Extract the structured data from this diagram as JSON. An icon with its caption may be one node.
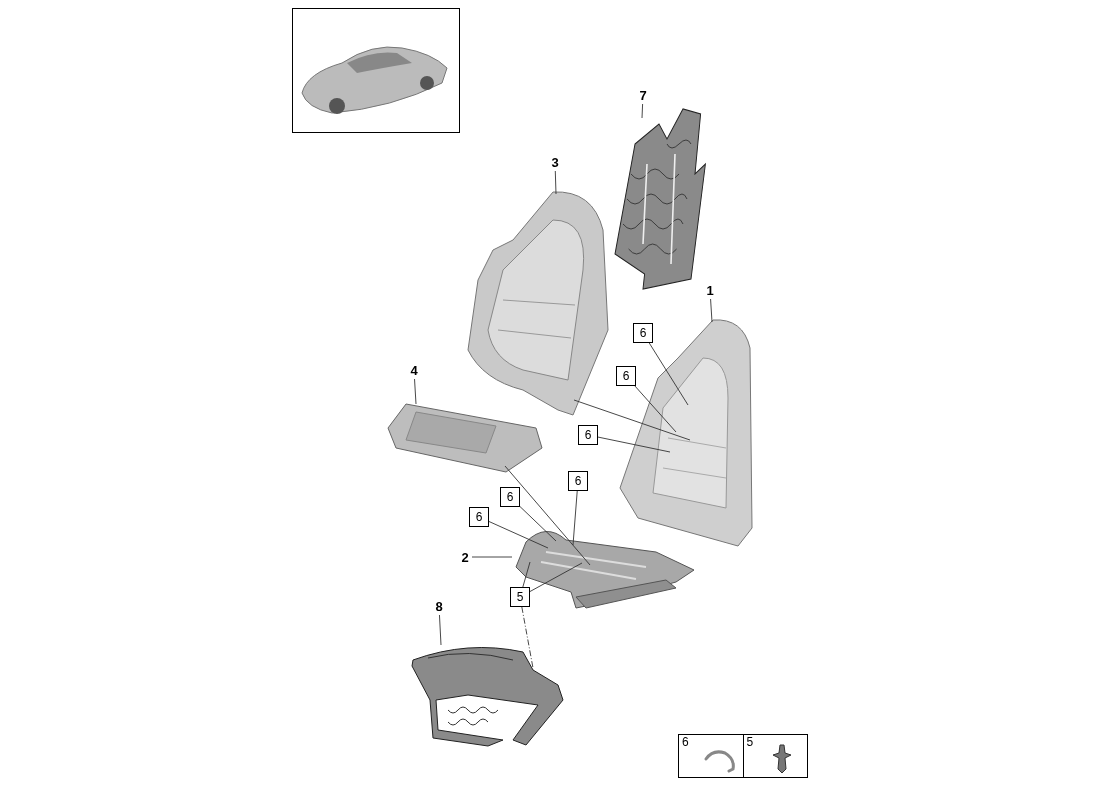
{
  "diagram": {
    "nodes": [
      {
        "text": [
          "7"
        ]
      },
      {
        "text": [],
        "shape": "picture"
      },
      {
        "text": [
          "3"
        ]
      },
      {
        "text": [],
        "shape": "picture"
      },
      {
        "text": [
          "1"
        ]
      },
      {
        "text": [],
        "shape": "picture"
      },
      {
        "text": [
          "4"
        ]
      },
      {
        "text": [],
        "shape": "picture"
      },
      {
        "text": [
          "6"
        ]
      },
      {
        "text": [
          "6"
        ]
      },
      {
        "text": [
          "6"
        ]
      },
      {
        "text": [
          "6"
        ]
      },
      {
        "text": [
          "6"
        ]
      },
      {
        "text": [
          "6"
        ]
      },
      {
        "text": [
          "2"
        ]
      },
      {
        "text": [
          "5"
        ]
      },
      {
        "text": [],
        "shape": "picture"
      },
      {
        "text": [
          "8"
        ]
      },
      {
        "text": [],
        "shape": "picture"
      }
    ],
    "edges": [
      {
        "from": 0,
        "to": 1,
        "arrow": "none"
      },
      {
        "from": 2,
        "to": 3,
        "arrow": "none"
      },
      {
        "from": 4,
        "to": 5,
        "arrow": "none"
      },
      {
        "from": 6,
        "to": 7,
        "arrow": "none"
      },
      {
        "from": 8,
        "to": 5,
        "arrow": "none"
      },
      {
        "from": 9,
        "to": 5,
        "arrow": "none"
      },
      {
        "from": 10,
        "to": 5,
        "arrow": "none"
      },
      {
        "from": 11,
        "to": 16,
        "arrow": "none"
      },
      {
        "from": 12,
        "to": 16,
        "arrow": "none"
      },
      {
        "from": 13,
        "to": 16,
        "arrow": "none"
      },
      {
        "from": 14,
        "to": 16,
        "arrow": "none"
      },
      {
        "from": 15,
        "to": 16,
        "arrow": "none"
      },
      {
        "from": 15,
        "to": 16,
        "arrow": "none"
      },
      {
        "from": 17,
        "to": 18,
        "arrow": "none"
      },
      {
        "from": 3,
        "to": 5,
        "arrow": "none"
      },
      {
        "from": 7,
        "to": 16,
        "arrow": "none"
      },
      {
        "from": 15,
        "to": 18,
        "arrow": "none",
        "style": "dashed"
      }
    ],
    "labels": [
      "6",
      "5"
    ]
  }
}
